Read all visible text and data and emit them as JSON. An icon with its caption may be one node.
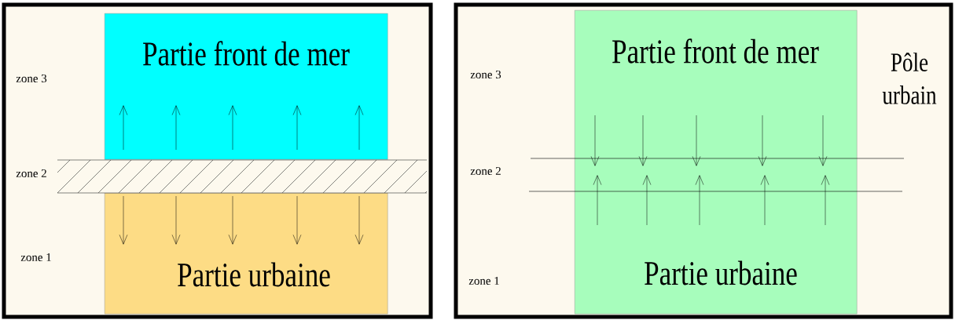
{
  "diagram": {
    "nodes": [
      {
        "text": [
          "Partie front de mer"
        ]
      },
      {
        "text": [
          "Partie urbaine"
        ]
      },
      {
        "text": [
          "Partie front de mer",
          "Partie urbaine"
        ]
      }
    ],
    "labels": [
      "zone 3",
      "zone 2",
      "zone 1",
      "zone 3",
      "zone 2",
      "zone 1",
      "Pôle urbain"
    ]
  }
}
